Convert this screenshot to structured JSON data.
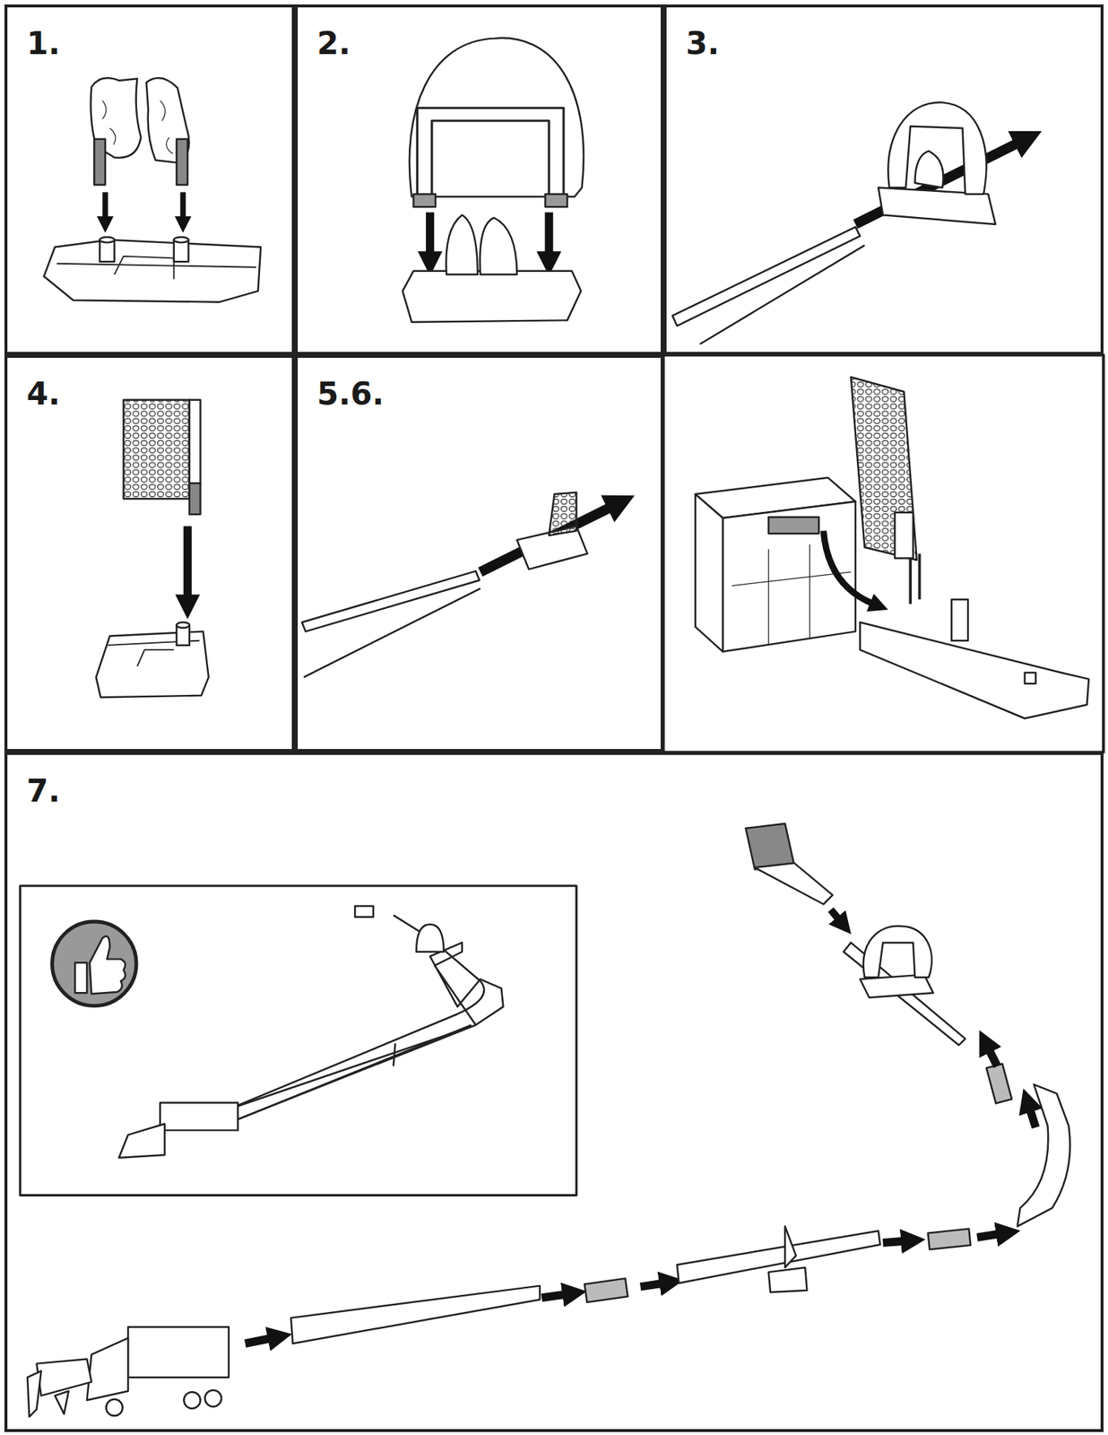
{
  "diagram": {
    "nodes": [
      {
        "text": [
          "1."
        ]
      },
      {
        "text": [
          "2."
        ]
      },
      {
        "text": [
          "3."
        ]
      },
      {
        "text": [
          "4."
        ]
      },
      {
        "text": [
          "5.6."
        ]
      },
      {
        "text": [
          "7."
        ]
      }
    ]
  }
}
